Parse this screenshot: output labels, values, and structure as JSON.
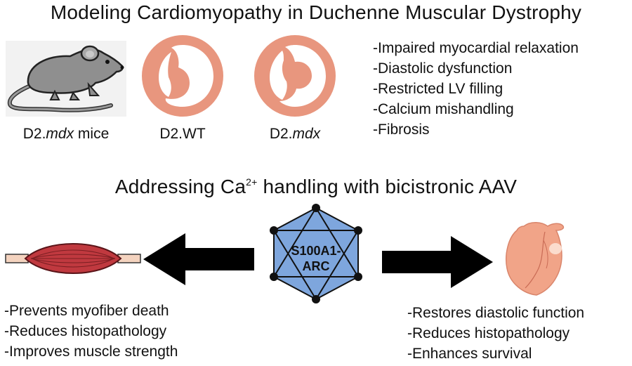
{
  "top": {
    "title": "Modeling Cardiomyopathy in Duchenne Muscular Dystrophy",
    "captions": {
      "mice_prefix": "D2.",
      "mice_italic": "mdx",
      "mice_suffix": " mice",
      "wt": "D2.WT",
      "mdx_prefix": "D2.",
      "mdx_italic": "mdx"
    },
    "phenotypes": [
      "-Impaired myocardial relaxation",
      "-Diastolic dysfunction",
      "-Restricted LV filling",
      "-Calcium mishandling",
      "-Fibrosis"
    ]
  },
  "bottom": {
    "title_prefix": "Addressing Ca",
    "title_superscript": "2+",
    "title_suffix": " handling with bicistronic AAV",
    "vector_label_line1": "S100A1-",
    "vector_label_line2": "ARC",
    "muscle_effects": [
      "-Prevents myofiber death",
      "-Reduces histopathology",
      "-Improves muscle strength"
    ],
    "heart_effects": [
      "-Restores diastolic function",
      "-Reduces histopathology",
      "-Enhances survival"
    ]
  },
  "colors": {
    "mouse_gray": "#8f8f8f",
    "heart_section": "#e8967e",
    "muscle_red": "#c0393f",
    "tendon": "#f4d3bf",
    "capsid_blue": "#7ea6dd",
    "arrow_black": "#000000",
    "heart_pink": "#f1a488"
  }
}
